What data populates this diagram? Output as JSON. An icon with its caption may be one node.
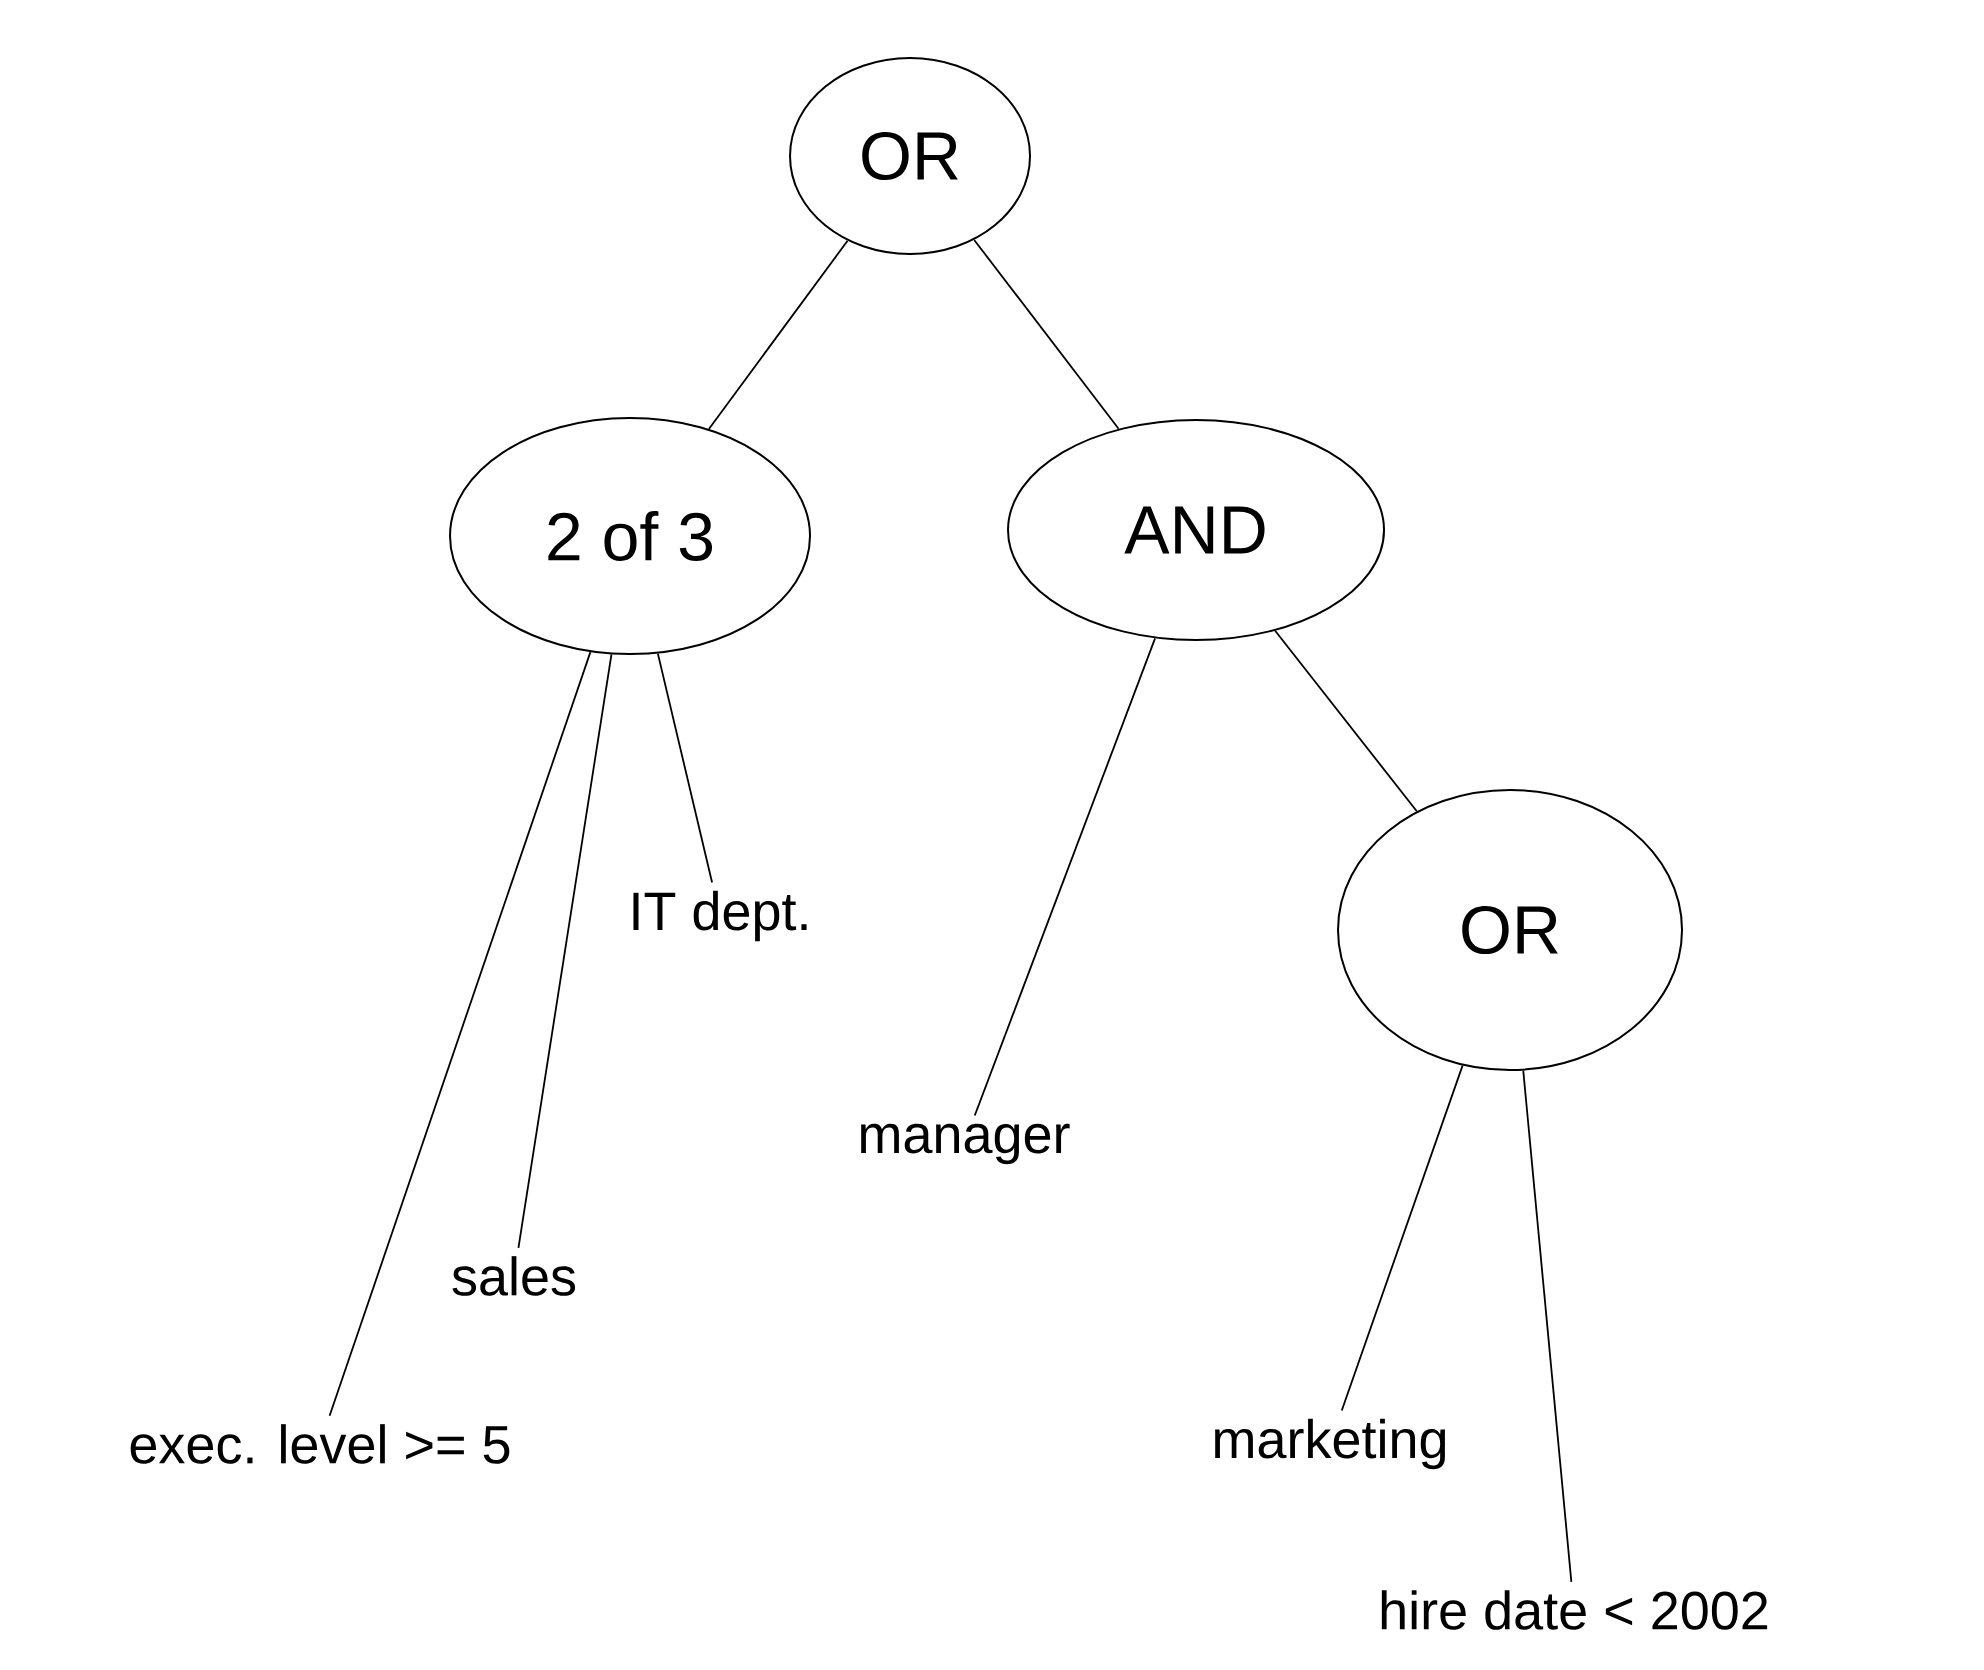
{
  "diagram": {
    "nodes": [
      {
        "text": [
          "OR"
        ]
      },
      {
        "text": [
          "2 of 3"
        ]
      },
      {
        "text": [
          "AND"
        ]
      },
      {
        "text": [
          "exec. level >= 5"
        ]
      },
      {
        "text": [
          "sales"
        ]
      },
      {
        "text": [
          "IT dept."
        ]
      },
      {
        "text": [
          "manager"
        ]
      },
      {
        "text": [
          "OR"
        ]
      },
      {
        "text": [
          "marketing"
        ]
      },
      {
        "text": [
          "hire date < 2002"
        ]
      }
    ],
    "edges": [
      {
        "from": 0,
        "to": 1,
        "arrow": "none"
      },
      {
        "from": 0,
        "to": 2,
        "arrow": "none"
      },
      {
        "from": 1,
        "to": 3,
        "arrow": "none"
      },
      {
        "from": 1,
        "to": 4,
        "arrow": "none"
      },
      {
        "from": 1,
        "to": 5,
        "arrow": "none"
      },
      {
        "from": 2,
        "to": 6,
        "arrow": "none"
      },
      {
        "from": 2,
        "to": 7,
        "arrow": "none"
      },
      {
        "from": 7,
        "to": 8,
        "arrow": "none"
      },
      {
        "from": 7,
        "to": 9,
        "arrow": "none"
      }
    ]
  }
}
